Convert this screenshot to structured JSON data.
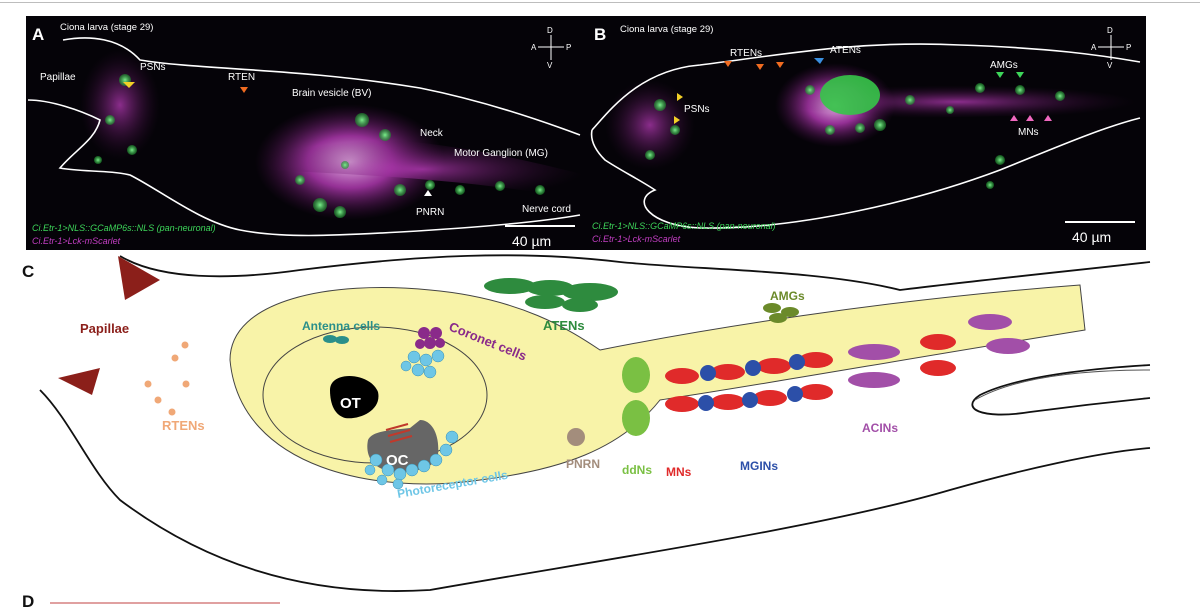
{
  "panelA": {
    "letter": "A",
    "title": "Ciona larva (stage 29)",
    "axes": {
      "d": "D",
      "a": "A",
      "p": "P",
      "v": "V"
    },
    "labels": {
      "papillae": "Papillae",
      "psns": "PSNs",
      "rten": "RTEN",
      "brain_vesicle": "Brain vesicle (BV)",
      "neck": "Neck",
      "motor_ganglion": "Motor Ganglion (MG)",
      "pnrn": "PNRN",
      "nerve_cord": "Nerve cord"
    },
    "legend_green": "Ci.Etr-1>NLS::GCaMP6s::NLS (pan-neuronal)",
    "legend_magenta": "Ci.Etr-1>Lck-mScarlet",
    "scalebar": "40 µm"
  },
  "panelB": {
    "letter": "B",
    "title": "Ciona larva (stage 29)",
    "axes": {
      "d": "D",
      "a": "A",
      "p": "P",
      "v": "V"
    },
    "labels": {
      "rtens": "RTENs",
      "atens": "ATENs",
      "amgs": "AMGs",
      "psns": "PSNs",
      "mns": "MNs"
    },
    "legend_green": "Ci.Etr-1>NLS::GCaMP6s::NLS (pan-neuronal)",
    "legend_magenta": "Ci.Etr-1>Lck-mScarlet",
    "scalebar": "40 µm"
  },
  "panelC": {
    "letter": "C",
    "labels": {
      "papillae": "Papillae",
      "rtens": "RTENs",
      "antenna_cells": "Antenna cells",
      "coronet_cells": "Coronet cells",
      "atens": "ATENs",
      "amgs": "AMGs",
      "ot": "OT",
      "oc": "OC",
      "photoreceptor_cells": "Photoreceptor cells",
      "pnrn": "PNRN",
      "ddns": "ddNs",
      "mns": "MNs",
      "mgins": "MGINs",
      "acins": "ACINs"
    }
  },
  "panelD": {
    "letter": "D"
  },
  "colors": {
    "neuron_green": "#3dd65a",
    "membrane_magenta": "#c43fc4",
    "cns_yellow": "#f8f3a8",
    "papillae": "#8b1f1a",
    "rtens": "#f0a877",
    "antenna": "#2a8f8a",
    "coronet": "#8a2a8a",
    "atens": "#2e8b3e",
    "amgs": "#6b8a2a",
    "photoreceptor": "#6ec6e6",
    "ddns": "#7ac043",
    "mns": "#e02a2a",
    "mgins": "#2c4fa8",
    "acins": "#a24fa8",
    "pnrn": "#a38d7c"
  }
}
